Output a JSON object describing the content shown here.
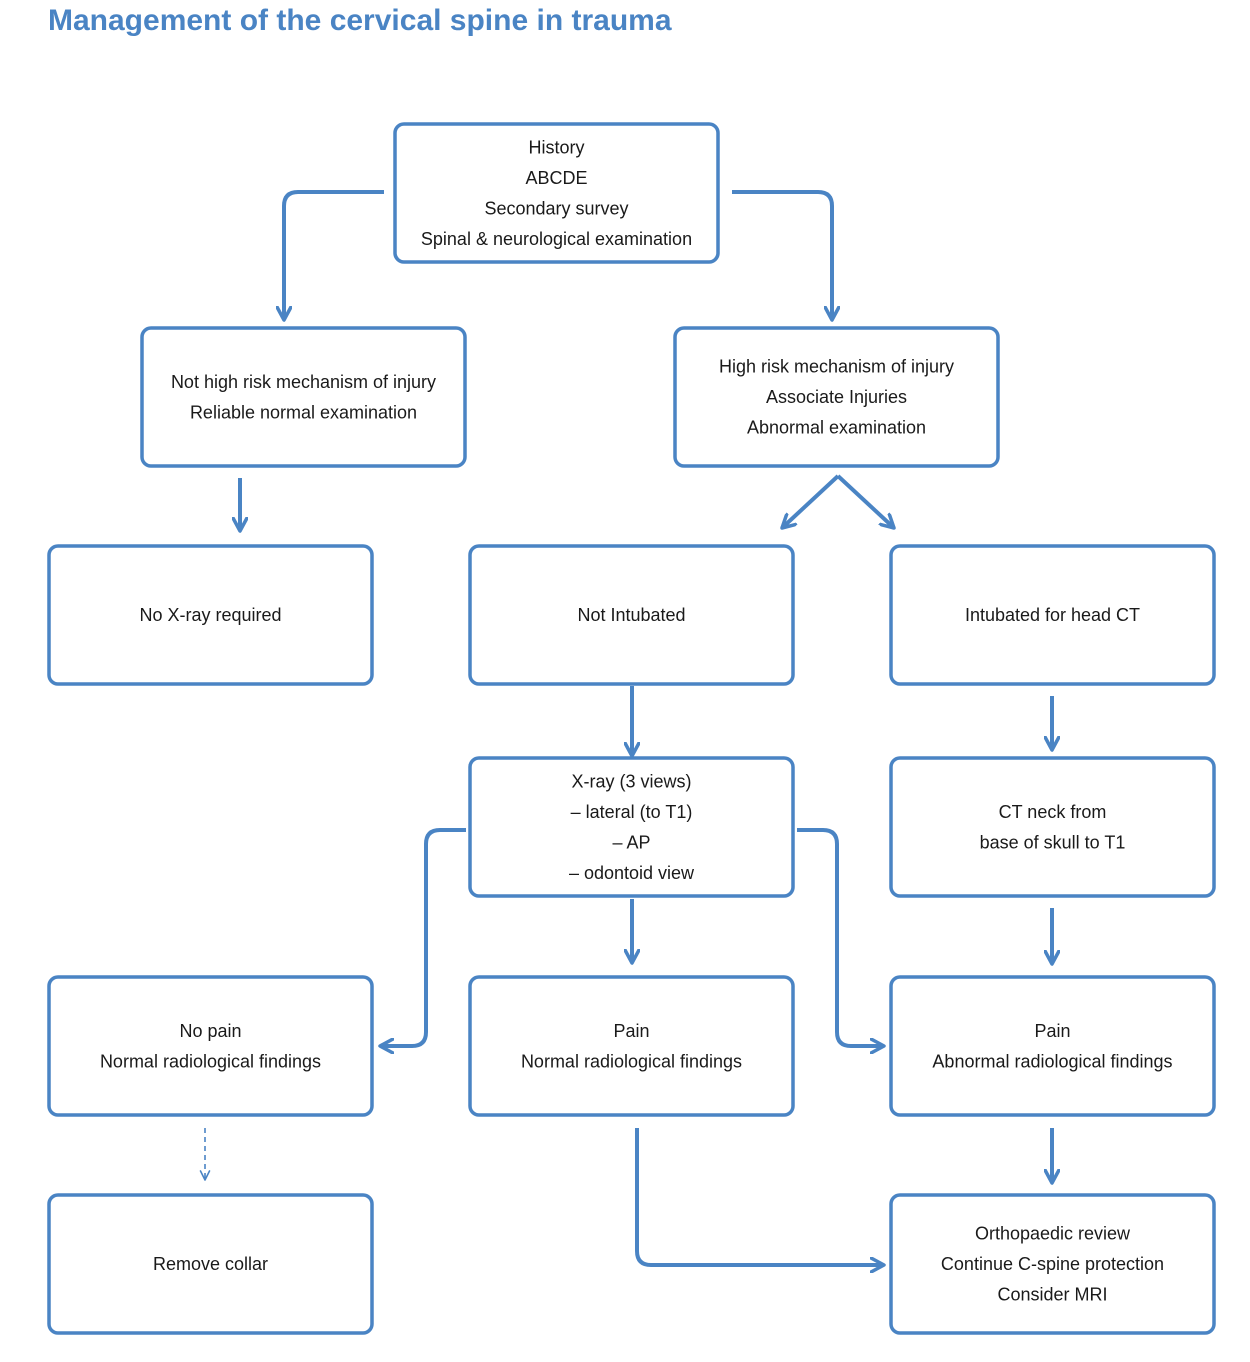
{
  "title": "Management of the cervical spine in trauma",
  "colors": {
    "accent": "#4a84c4",
    "text": "#1a1a1a",
    "background": "#ffffff"
  },
  "nodes": [
    {
      "id": "history-assessment",
      "lines": [
        "History",
        "ABCDE",
        "Secondary survey",
        "Spinal & neurological examination"
      ]
    },
    {
      "id": "low-risk",
      "lines": [
        "Not high risk mechanism of injury",
        "Reliable normal examination"
      ]
    },
    {
      "id": "high-risk",
      "lines": [
        "High risk mechanism of injury",
        "Associate Injuries",
        "Abnormal examination"
      ]
    },
    {
      "id": "no-xray",
      "lines": [
        "No X-ray required"
      ]
    },
    {
      "id": "not-intubated",
      "lines": [
        "Not Intubated"
      ]
    },
    {
      "id": "intubated",
      "lines": [
        "Intubated for head CT"
      ]
    },
    {
      "id": "xray-views",
      "lines": [
        "X-ray (3 views)",
        "– lateral (to T1)",
        "– AP",
        "– odontoid view"
      ]
    },
    {
      "id": "ct-neck",
      "lines": [
        "CT neck from",
        "base of skull to T1"
      ]
    },
    {
      "id": "no-pain-normal",
      "lines": [
        "No pain",
        "Normal radiological findings"
      ]
    },
    {
      "id": "pain-normal",
      "lines": [
        "Pain",
        "Normal radiological findings"
      ]
    },
    {
      "id": "pain-abnormal",
      "lines": [
        "Pain",
        "Abnormal radiological findings"
      ]
    },
    {
      "id": "remove-collar",
      "lines": [
        "Remove collar"
      ]
    },
    {
      "id": "orthopaedic-review",
      "lines": [
        "Orthopaedic review",
        "Continue C-spine protection",
        "Consider MRI"
      ]
    }
  ],
  "edges": [
    {
      "from": "history-assessment",
      "to": "low-risk",
      "style": "solid"
    },
    {
      "from": "history-assessment",
      "to": "high-risk",
      "style": "solid"
    },
    {
      "from": "low-risk",
      "to": "no-xray",
      "style": "solid"
    },
    {
      "from": "high-risk",
      "to": "not-intubated",
      "style": "solid"
    },
    {
      "from": "high-risk",
      "to": "intubated",
      "style": "solid"
    },
    {
      "from": "not-intubated",
      "to": "xray-views",
      "style": "solid"
    },
    {
      "from": "intubated",
      "to": "ct-neck",
      "style": "solid"
    },
    {
      "from": "xray-views",
      "to": "no-pain-normal",
      "style": "solid"
    },
    {
      "from": "xray-views",
      "to": "pain-normal",
      "style": "solid"
    },
    {
      "from": "xray-views",
      "to": "pain-abnormal",
      "style": "solid"
    },
    {
      "from": "ct-neck",
      "to": "pain-abnormal",
      "style": "solid"
    },
    {
      "from": "no-pain-normal",
      "to": "remove-collar",
      "style": "dashed"
    },
    {
      "from": "pain-normal",
      "to": "orthopaedic-review",
      "style": "solid"
    },
    {
      "from": "pain-abnormal",
      "to": "orthopaedic-review",
      "style": "solid"
    }
  ]
}
